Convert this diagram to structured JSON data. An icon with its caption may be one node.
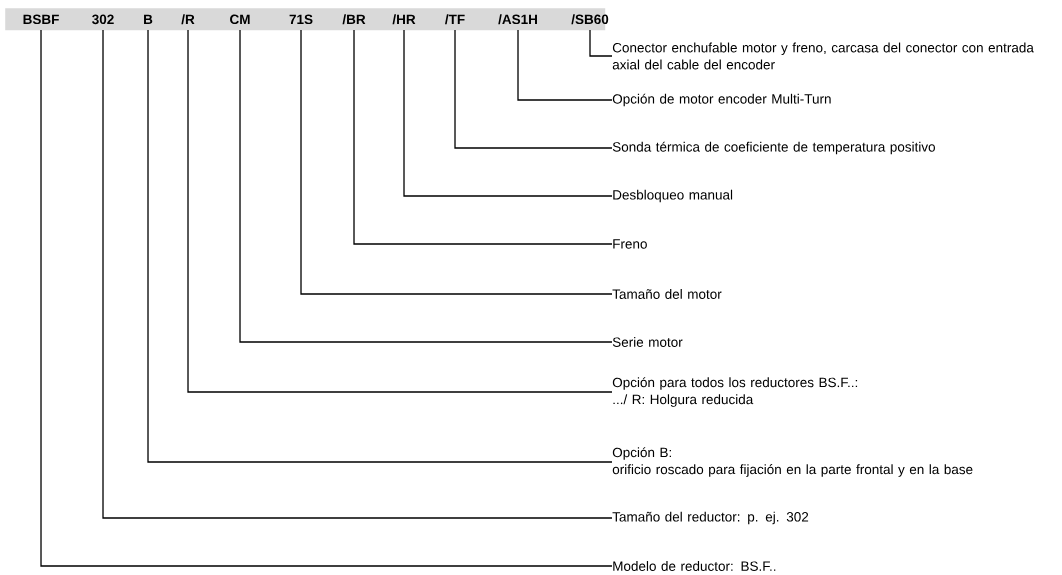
{
  "diagram": {
    "nodes": [
      {
        "text": [],
        "shape": "bar"
      },
      {
        "text": [
          "BSBF"
        ],
        "in": 0
      },
      {
        "text": [
          "302"
        ],
        "in": 0
      },
      {
        "text": [
          "B"
        ],
        "in": 0
      },
      {
        "text": [
          "/R"
        ],
        "in": 0
      },
      {
        "text": [
          "CM"
        ],
        "in": 0
      },
      {
        "text": [
          "71S"
        ],
        "in": 0
      },
      {
        "text": [
          "/BR"
        ],
        "in": 0
      },
      {
        "text": [
          "/HR"
        ],
        "in": 0
      },
      {
        "text": [
          "/TF"
        ],
        "in": 0
      },
      {
        "text": [
          "/AS1H"
        ],
        "in": 0
      },
      {
        "text": [
          "/SB60"
        ],
        "in": 0
      },
      {
        "text": [
          "Conector enchufable motor y freno, carcasa del conector con entrada axial del cable del encoder"
        ]
      },
      {
        "text": [
          "Opción de motor encoder Multi-Turn"
        ]
      },
      {
        "text": [
          "Sonda térmica de coeficiente de temperatura positivo"
        ]
      },
      {
        "text": [
          "Desbloqueo manual"
        ]
      },
      {
        "text": [
          "Freno"
        ]
      },
      {
        "text": [
          "Tamaño del motor"
        ]
      },
      {
        "text": [
          "Serie motor"
        ]
      },
      {
        "text": [
          "Opción para todos los reductores BS.F..:",
          ".../ R: Holgura reducida"
        ]
      },
      {
        "text": [
          "Opción B:",
          "orificio roscado para fijación en la parte frontal y en la base"
        ]
      },
      {
        "text": [
          "Tamaño del reductor: p. ej. 302"
        ]
      },
      {
        "text": [
          "Modelo de reductor: BS.F.."
        ]
      }
    ],
    "edges": [
      {
        "from": 11,
        "to": 12,
        "arrow": "none"
      },
      {
        "from": 10,
        "to": 13,
        "arrow": "none"
      },
      {
        "from": 9,
        "to": 14,
        "arrow": "none"
      },
      {
        "from": 8,
        "to": 15,
        "arrow": "none"
      },
      {
        "from": 7,
        "to": 16,
        "arrow": "none"
      },
      {
        "from": 6,
        "to": 17,
        "arrow": "none"
      },
      {
        "from": 5,
        "to": 18,
        "arrow": "none"
      },
      {
        "from": 4,
        "to": 19,
        "arrow": "none"
      },
      {
        "from": 3,
        "to": 20,
        "arrow": "none"
      },
      {
        "from": 2,
        "to": 21,
        "arrow": "none"
      },
      {
        "from": 1,
        "to": 22,
        "arrow": "none"
      }
    ]
  }
}
